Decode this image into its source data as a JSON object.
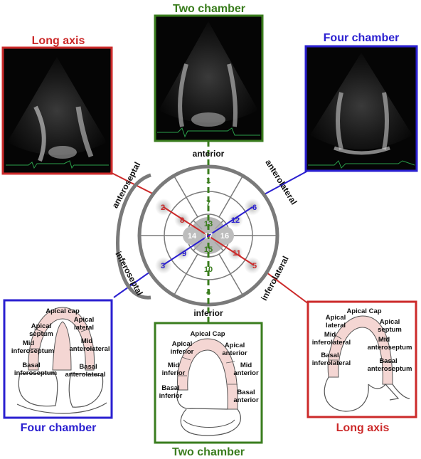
{
  "views": {
    "long_axis_echo": {
      "title": "Long axis"
    },
    "two_chamber_echo": {
      "title": "Two chamber"
    },
    "four_chamber_echo": {
      "title": "Four chamber"
    },
    "four_chamber_diagram": {
      "title": "Four chamber"
    },
    "two_chamber_diagram": {
      "title": "Two chamber"
    },
    "long_axis_diagram": {
      "title": "Long axis"
    }
  },
  "orientation": {
    "anterior": "anterior",
    "inferior": "inferior",
    "anteroseptal": "anteroseptal",
    "anterolateral": "anterolateral",
    "inferoseptal": "inferoseptal",
    "inferolateral": "inferolateral"
  },
  "segments": {
    "s1": "1",
    "s2": "2",
    "s3": "3",
    "s4": "4",
    "s5": "5",
    "s6": "6",
    "s7": "7",
    "s8": "8",
    "s9": "9",
    "s10": "10",
    "s11": "11",
    "s12": "12",
    "s13": "13",
    "s14": "14",
    "s15": "15",
    "s16": "16",
    "s17": "17"
  },
  "four_chamber_labels": {
    "apical_cap": "Apical cap",
    "apical_septum_1": "Apical",
    "apical_septum_2": "septum",
    "apical_lateral_1": "Apical",
    "apical_lateral_2": "lateral",
    "mid_inferoseptum_1": "Mid",
    "mid_inferoseptum_2": "inferoseptum",
    "mid_anterolateral_1": "Mid",
    "mid_anterolateral_2": "anterolateral",
    "basal_inferoseptum_1": "Basal",
    "basal_inferoseptum_2": "inferoseptum",
    "basal_anterolateral_1": "Basal",
    "basal_anterolateral_2": "anterolateral"
  },
  "two_chamber_labels": {
    "apical_cap": "Apical Cap",
    "apical_inferior_1": "Apical",
    "apical_inferior_2": "inferior",
    "apical_anterior_1": "Apical",
    "apical_anterior_2": "anterior",
    "mid_inferior_1": "Mid",
    "mid_inferior_2": "inferior",
    "mid_anterior_1": "Mid",
    "mid_anterior_2": "anterior",
    "basal_inferior_1": "Basal",
    "basal_inferior_2": "inferior",
    "basal_anterior_1": "Basal",
    "basal_anterior_2": "anterior"
  },
  "long_axis_labels": {
    "apical_cap": "Apical Cap",
    "apical_lateral_1": "Apical",
    "apical_lateral_2": "lateral",
    "apical_septum_1": "Apical",
    "apical_septum_2": "septum",
    "mid_inferolateral_1": "Mid",
    "mid_inferolateral_2": "inferolateral",
    "mid_anteroseptum_1": "Mid",
    "mid_anteroseptum_2": "anteroseptum",
    "basal_inferolateral_1": "Basal",
    "basal_inferolateral_2": "inferolateral",
    "basal_anteroseptum_1": "Basal",
    "basal_anteroseptum_2": "anteroseptum"
  },
  "colors": {
    "red": "#cc2a2a",
    "green": "#3a7d1e",
    "blue": "#2a1fd0",
    "segment_fill": "#f4d6d3",
    "echo_bg": "#050505"
  }
}
